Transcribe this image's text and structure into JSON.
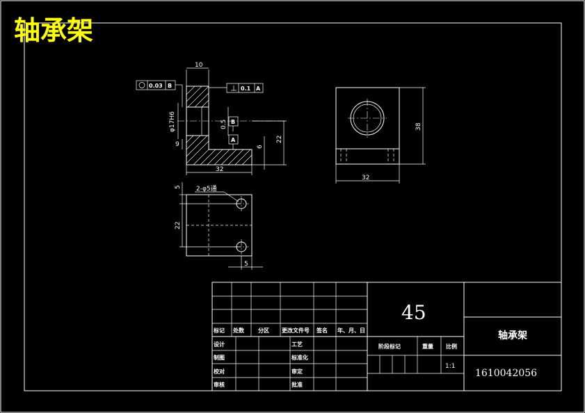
{
  "title": "轴承架",
  "dimensions": {
    "top_width": "10",
    "bore_dia": "φ17H6",
    "groove": "0.5",
    "lower_height": "9",
    "height_22": "22",
    "height_6": "6",
    "base_32": "32",
    "side_height_38": "38",
    "side_width_32": "32",
    "holes_note": "2-φ5通",
    "hole_offset_5": "5",
    "hole_spacing_22": "22",
    "hole_edge_5": "5"
  },
  "tolerances": {
    "runout_value": "0.03",
    "runout_datum": "B",
    "perp_value": "0.1",
    "perp_datum": "A",
    "datum_b": "B",
    "datum_a": "A"
  },
  "title_block": {
    "material": "45",
    "part_name": "轴承架",
    "drawing_no": "1610042056",
    "scale": "1:1",
    "hdr_mark": "标记",
    "hdr_count": "处数",
    "hdr_zone": "分区",
    "hdr_doc": "更改文件号",
    "hdr_sign": "签名",
    "hdr_date": "年、月、日",
    "design": "设计",
    "standard": "标准化",
    "draw": "制图",
    "craft": "工艺",
    "check": "校对",
    "review": "审核",
    "approve": "批准",
    "audit": "审定",
    "stage_mark": "阶段标记",
    "weight": "重量",
    "ratio": "比例"
  }
}
